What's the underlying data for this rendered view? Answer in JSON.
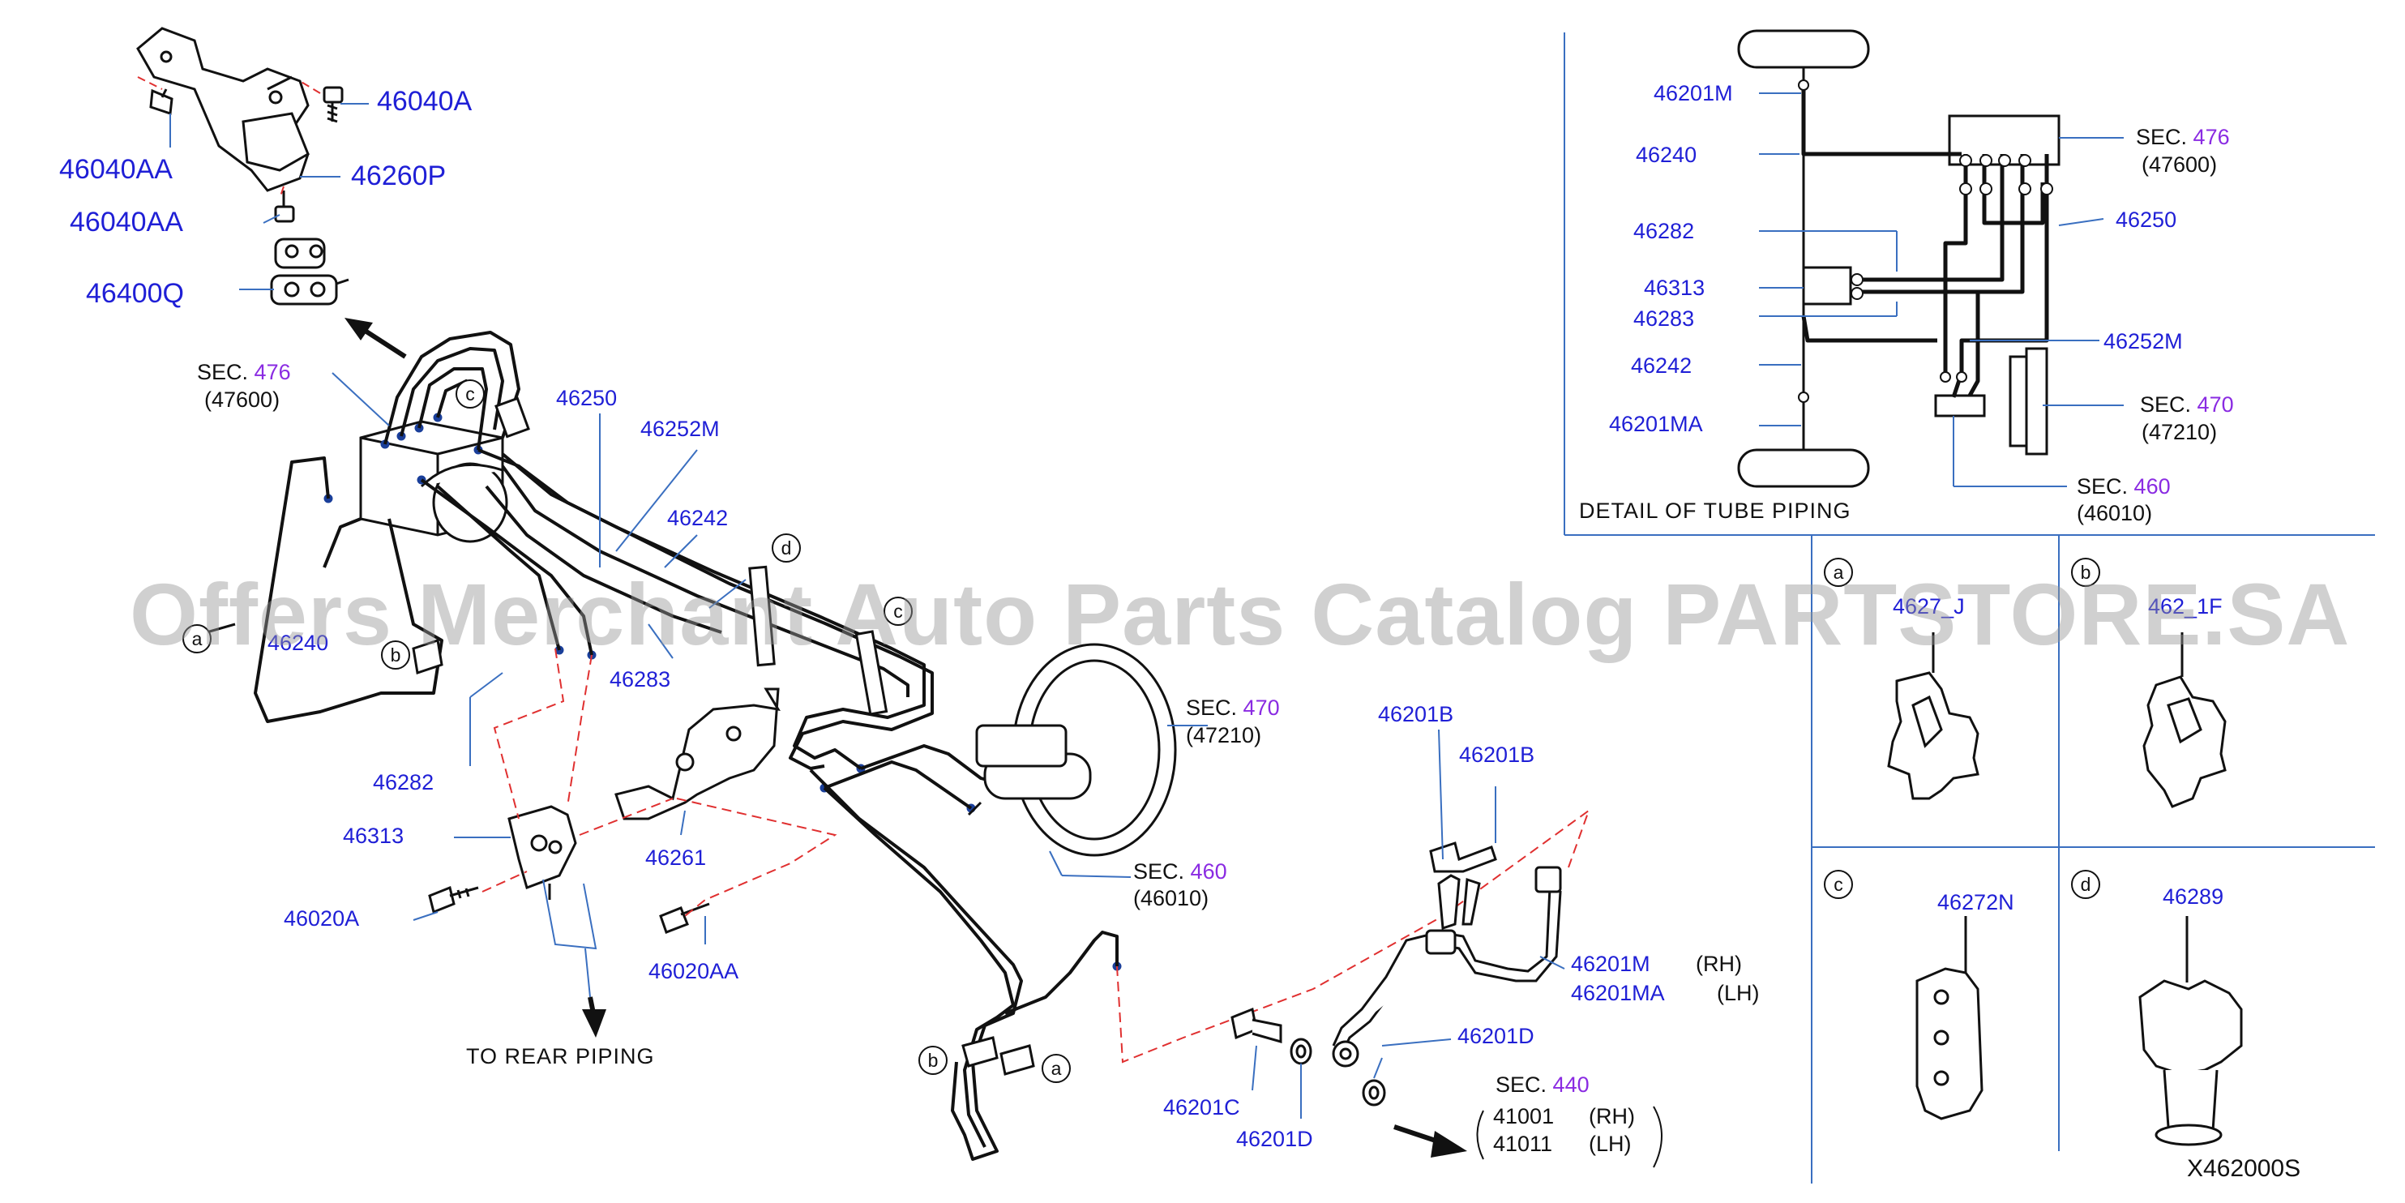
{
  "watermark": "Offers Merchant Auto Parts Catalog PARTSTORE.SA",
  "diagram_code": "X462000S",
  "colors": {
    "part_number": "#1f1fd6",
    "section_number": "#8a2be2",
    "leader": "#3a6fc0",
    "dashed": "#e03030",
    "line": "#111111"
  },
  "main": {
    "top_parts": {
      "p1": "46040A",
      "p2": "46040AA",
      "p3": "46260P",
      "p4": "46040AA",
      "p5": "46400Q"
    },
    "sec476": {
      "prefix": "SEC.",
      "num": "476",
      "ref": "(47600)"
    },
    "sec470": {
      "prefix": "SEC.",
      "num": "470",
      "ref": "(47210)"
    },
    "sec460": {
      "prefix": "SEC.",
      "num": "460",
      "ref": "(46010)"
    },
    "sec440": {
      "prefix": "SEC.",
      "num": "440",
      "row1_num": "41001",
      "row1_side": "(RH)",
      "row2_num": "41011",
      "row2_side": "(LH)"
    },
    "parts": {
      "p46250": "46250",
      "p46252M": "46252M",
      "p46242": "46242",
      "p46240": "46240",
      "p46283": "46283",
      "p46282": "46282",
      "p46313": "46313",
      "p46020A": "46020A",
      "p46261": "46261",
      "p46020AA": "46020AA",
      "p46201B_1": "46201B",
      "p46201B_2": "46201B",
      "p46201M": "46201M",
      "p46201M_side": "(RH)",
      "p46201MA": "46201MA",
      "p46201MA_side": "(LH)",
      "p46201D_1": "46201D",
      "p46201C": "46201C",
      "p46201D_2": "46201D"
    },
    "to_rear": "TO   REAR   PIPING",
    "callouts": {
      "a": "a",
      "b": "b",
      "c": "c",
      "d": "d"
    }
  },
  "detail": {
    "title": "DETAIL   OF   TUBE   PIPING",
    "labels": {
      "l1": "46201M",
      "l2": "46240",
      "l3": "46282",
      "l4": "46313",
      "l5": "46283",
      "l6": "46242",
      "l7": "46201MA",
      "l8": "46250",
      "l9": "46252M"
    },
    "sec476": {
      "prefix": "SEC.",
      "num": "476",
      "ref": "(47600)"
    },
    "sec470": {
      "prefix": "SEC.",
      "num": "470",
      "ref": "(47210)"
    },
    "sec460": {
      "prefix": "SEC.",
      "num": "460",
      "ref": "(46010)"
    }
  },
  "clips": {
    "a": {
      "letter": "a",
      "part": "4627_J"
    },
    "b": {
      "letter": "b",
      "part": "462_1F"
    },
    "c": {
      "letter": "c",
      "part": "46272N"
    },
    "d": {
      "letter": "d",
      "part": "46289"
    }
  }
}
